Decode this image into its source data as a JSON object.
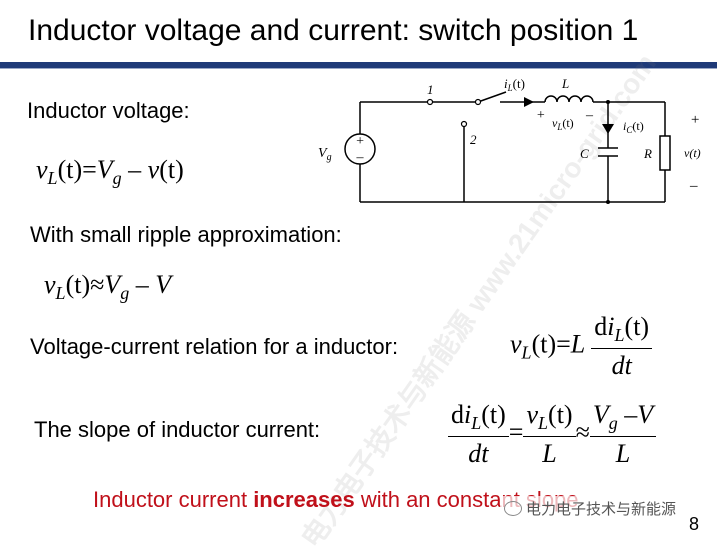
{
  "title": "Inductor voltage and current: switch position 1",
  "labels": {
    "inductor_voltage": "Inductor voltage:",
    "small_ripple": "With small ripple approximation:",
    "vi_relation": "Voltage-current relation for a inductor:",
    "slope": "The slope of inductor current:"
  },
  "equations": {
    "eq1": {
      "lhs": "v",
      "lhs_sub": "L",
      "arg": "(t)",
      "op": "=",
      "v": "V",
      "v_sub": "g",
      "minus": " – ",
      "rhs": "v",
      "rhs_arg": "(t)"
    },
    "eq2": {
      "lhs": "v",
      "lhs_sub": "L",
      "arg": "(t)",
      "op": "≈",
      "v": "V",
      "v_sub": "g",
      "minus": " – ",
      "rhs": "V"
    },
    "eq3": {
      "lhs": "v",
      "lhs_sub": "L",
      "arg": "(t)",
      "op": "=",
      "coef": "L",
      "num_d": "d",
      "num_i": "i",
      "num_sub": "L",
      "num_arg": "(t)",
      "den": "dt"
    },
    "eq4": {
      "num_d": "d",
      "num_i": "i",
      "num_sub": "L",
      "num_arg": "(t)",
      "den": "dt",
      "eq": "=",
      "f2_num_v": "v",
      "f2_num_sub": "L",
      "f2_num_arg": "(t)",
      "f2_den": "L",
      "approx": "≈",
      "f3_num_v": "V",
      "f3_num_sub": "g",
      "f3_num_rest": " –V",
      "f3_den": "L"
    }
  },
  "circuit": {
    "pos1": "1",
    "pos2": "2",
    "il": "i",
    "il_sub": "L",
    "il_arg": "(t)",
    "inductor": "L",
    "vl_plus": "+",
    "vl": "v",
    "vl_sub": "L",
    "vl_arg": "(t)",
    "vl_minus": "–",
    "ic": "i",
    "ic_sub": "C",
    "ic_arg": "(t)",
    "cap": "C",
    "res": "R",
    "src": "V",
    "src_sub": "g",
    "out_plus": "+",
    "out": "v(t)",
    "out_minus": "–"
  },
  "bottom": {
    "pre": "Inductor current ",
    "bold": "increases",
    "post": " with an constant slope"
  },
  "page_number": "8",
  "watermark": "电力电子技术与新能源 www.21micro-grid.com",
  "brand": "电力电子技术与新能源"
}
